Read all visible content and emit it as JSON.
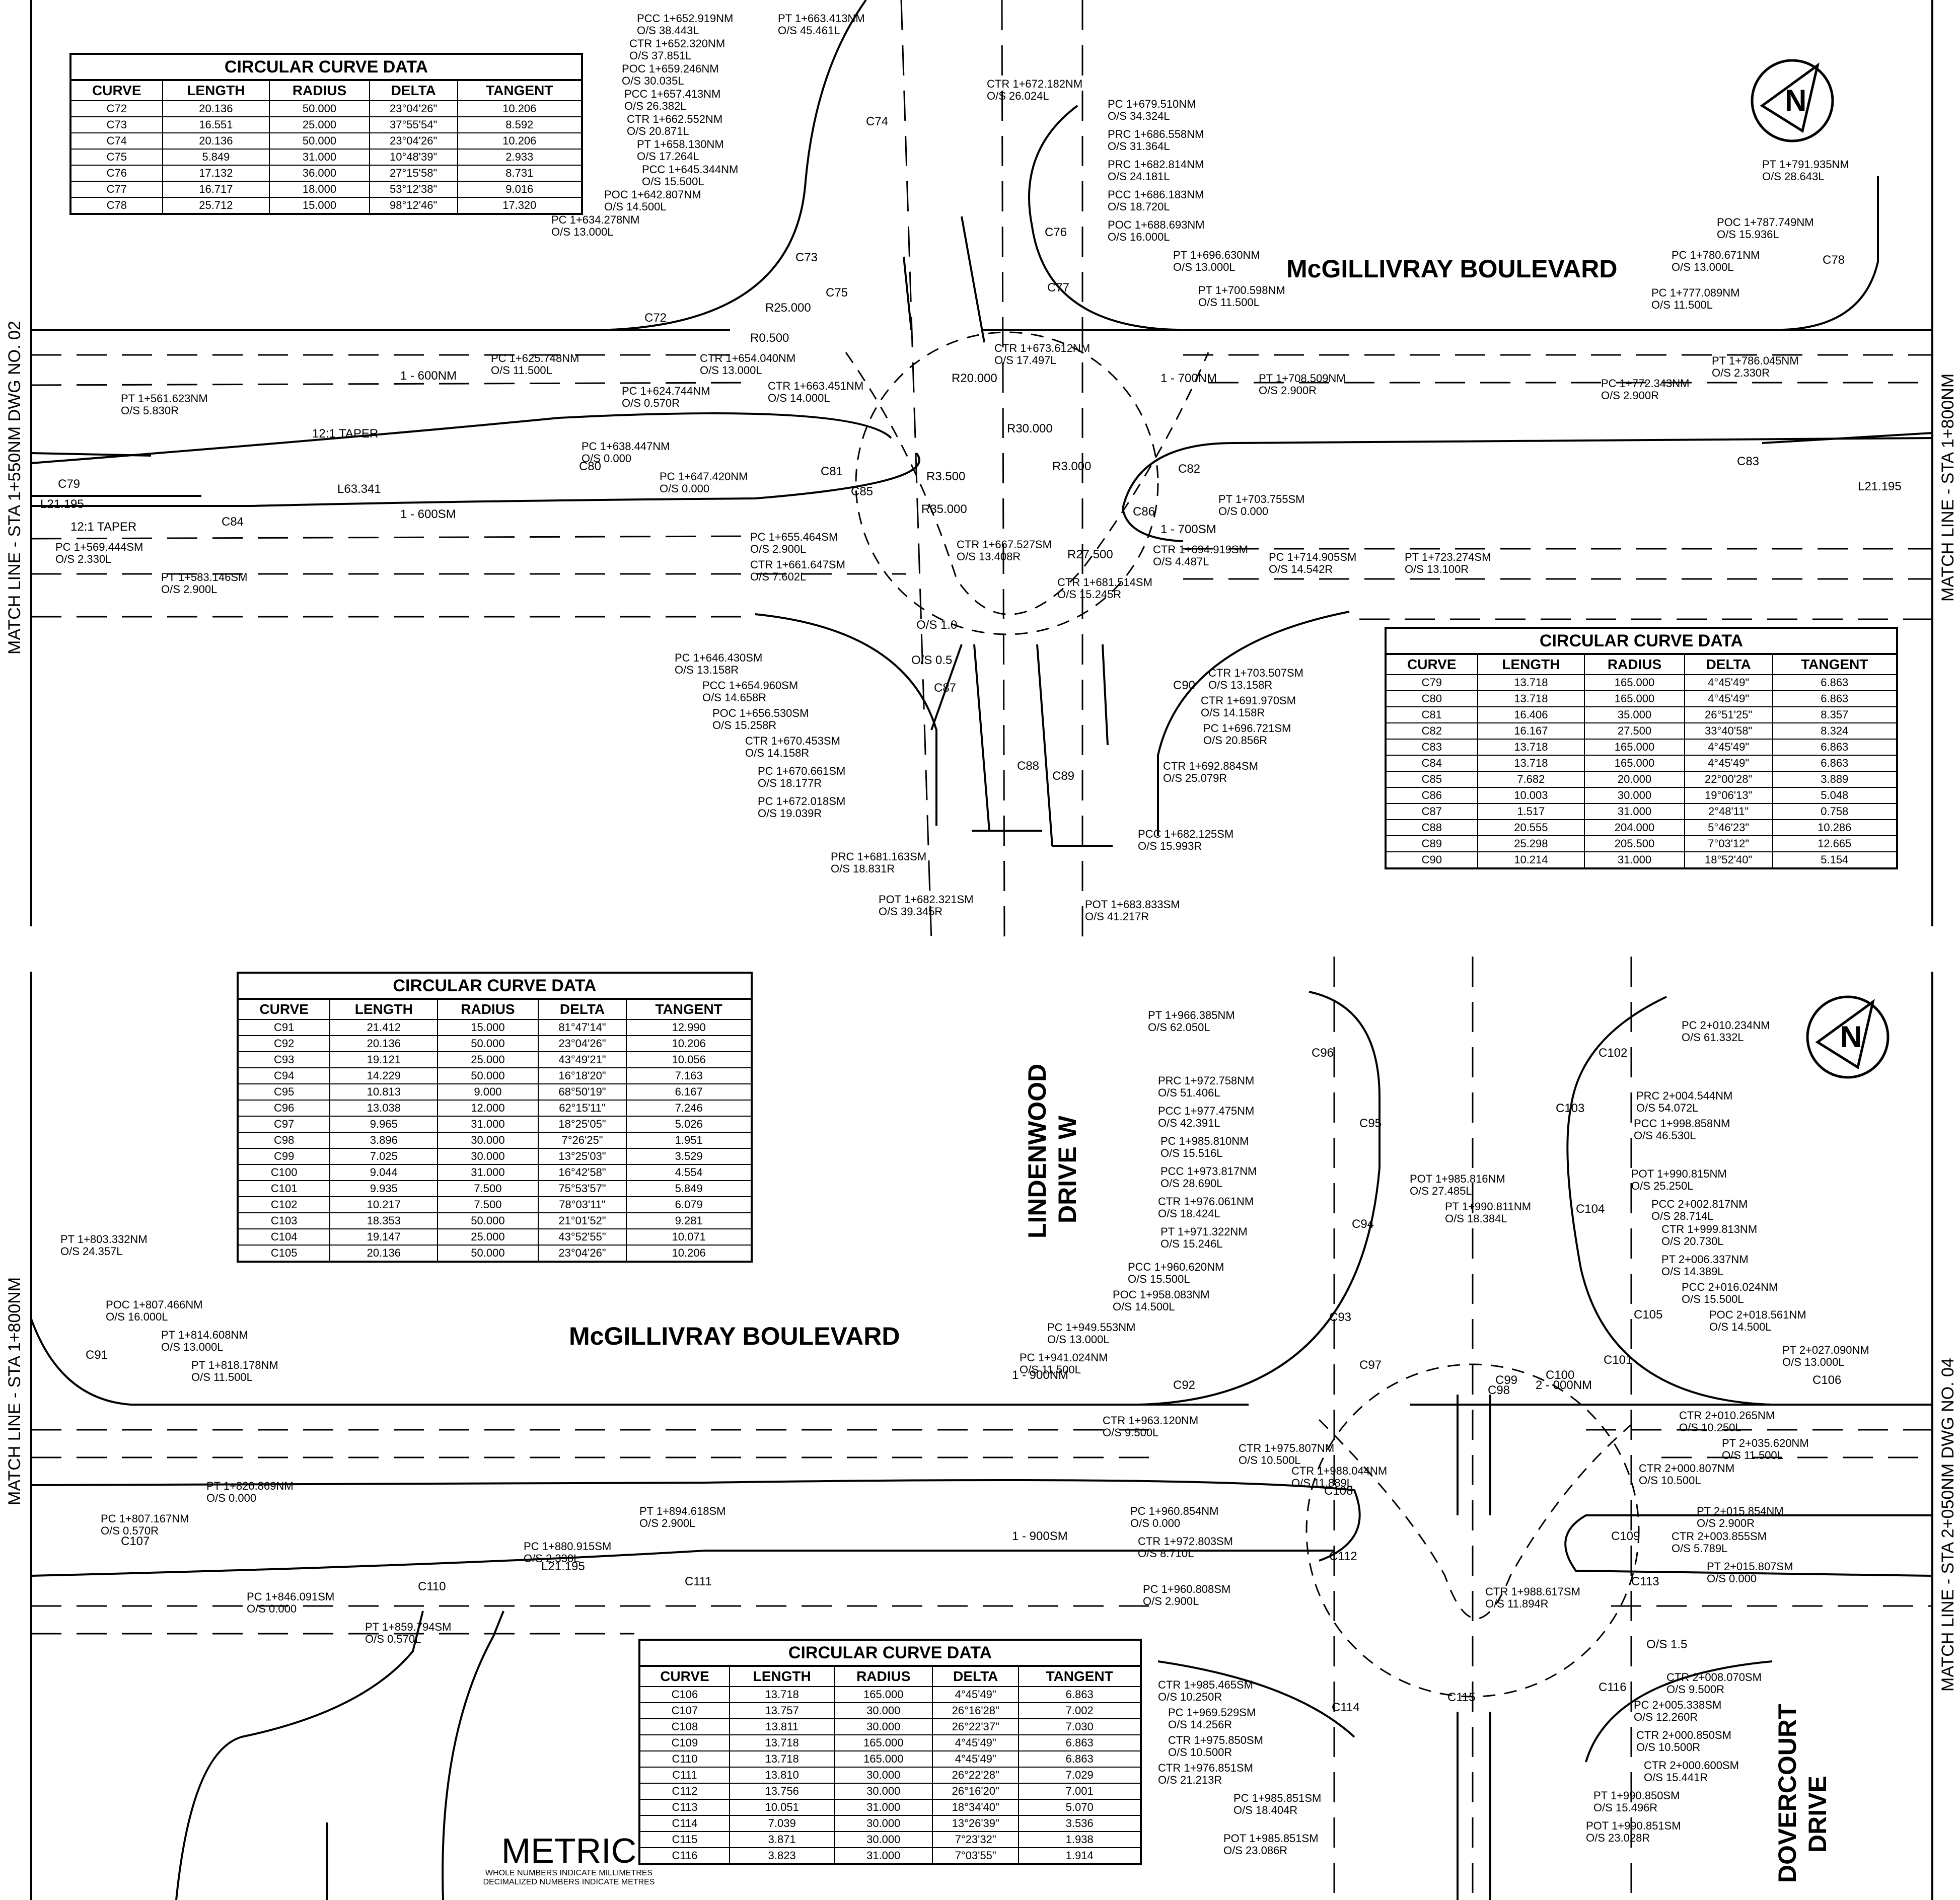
{
  "top_table": {
    "title": "CIRCULAR CURVE DATA",
    "headers": [
      "CURVE",
      "LENGTH",
      "RADIUS",
      "DELTA",
      "TANGENT"
    ],
    "rows": [
      [
        "C72",
        "20.136",
        "50.000",
        "23°04'26\"",
        "10.206"
      ],
      [
        "C73",
        "16.551",
        "25.000",
        "37°55'54\"",
        "8.592"
      ],
      [
        "C74",
        "20.136",
        "50.000",
        "23°04'26\"",
        "10.206"
      ],
      [
        "C75",
        "5.849",
        "31.000",
        "10°48'39\"",
        "2.933"
      ],
      [
        "C76",
        "17.132",
        "36.000",
        "27°15'58\"",
        "8.731"
      ],
      [
        "C77",
        "16.717",
        "18.000",
        "53°12'38\"",
        "9.016"
      ],
      [
        "C78",
        "25.712",
        "15.000",
        "98°12'46\"",
        "17.320"
      ]
    ]
  },
  "right_table": {
    "title": "CIRCULAR CURVE DATA",
    "headers": [
      "CURVE",
      "LENGTH",
      "RADIUS",
      "DELTA",
      "TANGENT"
    ],
    "rows": [
      [
        "C79",
        "13.718",
        "165.000",
        "4°45'49\"",
        "6.863"
      ],
      [
        "C80",
        "13.718",
        "165.000",
        "4°45'49\"",
        "6.863"
      ],
      [
        "C81",
        "16.406",
        "35.000",
        "26°51'25\"",
        "8.357"
      ],
      [
        "C82",
        "16.167",
        "27.500",
        "33°40'58\"",
        "8.324"
      ],
      [
        "C83",
        "13.718",
        "165.000",
        "4°45'49\"",
        "6.863"
      ],
      [
        "C84",
        "13.718",
        "165.000",
        "4°45'49\"",
        "6.863"
      ],
      [
        "C85",
        "7.682",
        "20.000",
        "22°00'28\"",
        "3.889"
      ],
      [
        "C86",
        "10.003",
        "30.000",
        "19°06'13\"",
        "5.048"
      ],
      [
        "C87",
        "1.517",
        "31.000",
        "2°48'11\"",
        "0.758"
      ],
      [
        "C88",
        "20.555",
        "204.000",
        "5°46'23\"",
        "10.286"
      ],
      [
        "C89",
        "25.298",
        "205.500",
        "7°03'12\"",
        "12.665"
      ],
      [
        "C90",
        "10.214",
        "31.000",
        "18°52'40\"",
        "5.154"
      ]
    ]
  },
  "mid_table": {
    "title": "CIRCULAR CURVE DATA",
    "headers": [
      "CURVE",
      "LENGTH",
      "RADIUS",
      "DELTA",
      "TANGENT"
    ],
    "rows": [
      [
        "C91",
        "21.412",
        "15.000",
        "81°47'14\"",
        "12.990"
      ],
      [
        "C92",
        "20.136",
        "50.000",
        "23°04'26\"",
        "10.206"
      ],
      [
        "C93",
        "19.121",
        "25.000",
        "43°49'21\"",
        "10.056"
      ],
      [
        "C94",
        "14.229",
        "50.000",
        "16°18'20\"",
        "7.163"
      ],
      [
        "C95",
        "10.813",
        "9.000",
        "68°50'19\"",
        "6.167"
      ],
      [
        "C96",
        "13.038",
        "12.000",
        "62°15'11\"",
        "7.246"
      ],
      [
        "C97",
        "9.965",
        "31.000",
        "18°25'05\"",
        "5.026"
      ],
      [
        "C98",
        "3.896",
        "30.000",
        "7°26'25\"",
        "1.951"
      ],
      [
        "C99",
        "7.025",
        "30.000",
        "13°25'03\"",
        "3.529"
      ],
      [
        "C100",
        "9.044",
        "31.000",
        "16°42'58\"",
        "4.554"
      ],
      [
        "C101",
        "9.935",
        "7.500",
        "75°53'57\"",
        "5.849"
      ],
      [
        "C102",
        "10.217",
        "7.500",
        "78°03'11\"",
        "6.079"
      ],
      [
        "C103",
        "18.353",
        "50.000",
        "21°01'52\"",
        "9.281"
      ],
      [
        "C104",
        "19.147",
        "25.000",
        "43°52'55\"",
        "10.071"
      ],
      [
        "C105",
        "20.136",
        "50.000",
        "23°04'26\"",
        "10.206"
      ]
    ]
  },
  "bottom_table": {
    "title": "CIRCULAR CURVE DATA",
    "headers": [
      "CURVE",
      "LENGTH",
      "RADIUS",
      "DELTA",
      "TANGENT"
    ],
    "rows": [
      [
        "C106",
        "13.718",
        "165.000",
        "4°45'49\"",
        "6.863"
      ],
      [
        "C107",
        "13.757",
        "30.000",
        "26°16'28\"",
        "7.002"
      ],
      [
        "C108",
        "13.811",
        "30.000",
        "26°22'37\"",
        "7.030"
      ],
      [
        "C109",
        "13.718",
        "165.000",
        "4°45'49\"",
        "6.863"
      ],
      [
        "C110",
        "13.718",
        "165.000",
        "4°45'49\"",
        "6.863"
      ],
      [
        "C111",
        "13.810",
        "30.000",
        "26°22'28\"",
        "7.029"
      ],
      [
        "C112",
        "13.756",
        "30.000",
        "26°16'20\"",
        "7.001"
      ],
      [
        "C113",
        "10.051",
        "31.000",
        "18°34'40\"",
        "5.070"
      ],
      [
        "C114",
        "7.039",
        "30.000",
        "13°26'39\"",
        "3.536"
      ],
      [
        "C115",
        "3.871",
        "30.000",
        "7°23'32\"",
        "1.938"
      ],
      [
        "C116",
        "3.823",
        "31.000",
        "7°03'55\"",
        "1.914"
      ]
    ]
  },
  "streets": {
    "mcgillivray_top": "McGILLIVRAY BOULEVARD",
    "mcgillivray_bottom": "McGILLIVRAY BOULEVARD",
    "lindenwood_1": "LINDENWOOD",
    "lindenwood_2": "DRIVE W",
    "dovercourt_1": "DOVERCOURT",
    "dovercourt_2": "DRIVE"
  },
  "match_lines": {
    "left_top": "MATCH LINE - STA 1+550NM DWG NO. 02",
    "right_top": "MATCH LINE - STA 1+800NM",
    "left_bottom": "MATCH LINE - STA 1+800NM",
    "right_bottom": "MATCH LINE - STA 2+050NM DWG NO. 04"
  },
  "metric": {
    "title": "METRIC",
    "line1": "WHOLE NUMBERS INDICATE MILLIMETRES",
    "line2": "DECIMALIZED NUMBERS INDICATE METRES"
  },
  "north_label": "N",
  "labels_top": [
    "PCC 1+652.919NM\nO/S 38.443L",
    "PT 1+663.413NM\nO/S 45.461L",
    "CTR 1+652.320NM\nO/S 37.851L",
    "POC 1+659.246NM\nO/S 30.035L",
    "PCC 1+657.413NM\nO/S 26.382L",
    "CTR 1+662.552NM\nO/S 20.871L",
    "PT 1+658.130NM\nO/S 17.264L",
    "PCC 1+645.344NM\nO/S 15.500L",
    "POC 1+642.807NM\nO/S 14.500L",
    "PC 1+634.278NM\nO/S 13.000L",
    "CTR 1+672.182NM\nO/S 26.024L",
    "PC 1+679.510NM\nO/S 34.324L",
    "PRC 1+686.558NM\nO/S 31.364L",
    "PRC 1+682.814NM\nO/S 24.181L",
    "PCC 1+686.183NM\nO/S 18.720L",
    "POC 1+688.693NM\nO/S 16.000L",
    "PT 1+696.630NM\nO/S 13.000L",
    "PT 1+700.598NM\nO/S 11.500L",
    "PT 1+791.935NM\nO/S 28.643L",
    "POC 1+787.749NM\nO/S 15.936L",
    "PC 1+780.671NM\nO/S 13.000L",
    "PC 1+777.089NM\nO/S 11.500L",
    "PC 1+625.748NM\nO/S 11.500L",
    "CTR 1+654.040NM\nO/S 13.000L",
    "CTR 1+663.451NM\nO/S 14.000L",
    "CTR 1+673.612NM\nO/S 17.497L",
    "PT 1+561.623NM\nO/S 5.830R",
    "PC 1+624.744NM\nO/S 0.570R",
    "PC 1+638.447NM\nO/S 0.000",
    "PC 1+647.420NM\nO/S 0.000",
    "PT 1+708.509NM\nO/S 2.900R",
    "PC 1+772.343NM\nO/S 2.900R",
    "PT 1+786.045NM\nO/S 2.330R",
    "PT 1+703.755SM\nO/S 0.000",
    "PC 1+569.444SM\nO/S 2.330L",
    "PT 1+583.146SM\nO/S 2.900L",
    "PC 1+655.464SM\nO/S 2.900L",
    "CTR 1+661.647SM\nO/S 7.602L",
    "CTR 1+667.527SM\nO/S 13.408R",
    "CTR 1+694.919SM\nO/S 4.487L",
    "PC 1+714.905SM\nO/S 14.542R",
    "PT 1+723.274SM\nO/S 13.100R",
    "CTR 1+681.514SM\nO/S 15.245R",
    "PC 1+646.430SM\nO/S 13.158R",
    "PCC 1+654.960SM\nO/S 14.658R",
    "POC 1+656.530SM\nO/S 15.258R",
    "CTR 1+670.453SM\nO/S 14.158R",
    "PC 1+670.661SM\nO/S 18.177R",
    "PC 1+672.018SM\nO/S 19.039R",
    "PRC 1+681.163SM\nO/S 18.831R",
    "POT 1+682.321SM\nO/S 39.345R",
    "POT 1+683.833SM\nO/S 41.217R",
    "PCC 1+682.125SM\nO/S 15.993R",
    "CTR 1+703.507SM\nO/S 13.158R",
    "CTR 1+691.970SM\nO/S 14.158R",
    "PC 1+696.721SM\nO/S 20.856R",
    "CTR 1+692.884SM\nO/S 25.079R"
  ],
  "labels_bottom": [
    "PT 1+966.385NM\nO/S 62.050L",
    "PC 2+010.234NM\nO/S 61.332L",
    "PRC 1+972.758NM\nO/S 51.406L",
    "PCC 1+977.475NM\nO/S 42.391L",
    "PC 1+985.810NM\nO/S 15.516L",
    "PCC 1+973.817NM\nO/S 28.690L",
    "CTR 1+976.061NM\nO/S 18.424L",
    "PT 1+971.322NM\nO/S 15.246L",
    "PCC 1+960.620NM\nO/S 15.500L",
    "POC 1+958.083NM\nO/S 14.500L",
    "PC 1+949.553NM\nO/S 13.000L",
    "PC 1+941.024NM\nO/S 11.500L",
    "POT 1+985.816NM\nO/S 27.485L",
    "PT 1+990.811NM\nO/S 18.384L",
    "PRC 2+004.544NM\nO/S 54.072L",
    "PCC 1+998.858NM\nO/S 46.530L",
    "POT 1+990.815NM\nO/S 25.250L",
    "PCC 2+002.817NM\nO/S 28.714L",
    "CTR 1+999.813NM\nO/S 20.730L",
    "PT 2+006.337NM\nO/S 14.389L",
    "PCC 2+016.024NM\nO/S 15.500L",
    "POC 2+018.561NM\nO/S 14.500L",
    "PT 2+027.090NM\nO/S 13.000L",
    "CTR 2+010.265NM\nO/S 10.250L",
    "PT 2+035.620NM\nO/S 11.500L",
    "CTR 1+963.120NM\nO/S 9.500L",
    "CTR 1+975.807NM\nO/S 10.500L",
    "CTR 1+988.044NM\nO/S 11.889L",
    "CTR 2+000.807NM\nO/S 10.500L",
    "PT 1+803.332NM\nO/S 24.357L",
    "POC 1+807.466NM\nO/S 16.000L",
    "PT 1+814.608NM\nO/S 13.000L",
    "PT 1+818.178NM\nO/S 11.500L",
    "PT 1+820.869NM\nO/S 0.000",
    "PC 1+807.167NM\nO/S 0.570R",
    "PT 1+894.618SM\nO/S 2.900L",
    "PC 1+880.915SM\nO/S 2.330L",
    "PC 1+846.091SM\nO/S 0.000",
    "PT 1+859.794SM\nO/S 0.570L",
    "PC 1+960.854NM\nO/S 0.000",
    "CTR 1+972.803SM\nO/S 8.710L",
    "PC 1+960.808SM\nO/S 2.900L",
    "PT 2+015.854NM\nO/S 2.900R",
    "CTR 2+003.855SM\nO/S 5.789L",
    "PT 2+015.807SM\nO/S 0.000",
    "CTR 1+988.617SM\nO/S 11.894R",
    "CTR 1+985.465SM\nO/S 10.250R",
    "PC 1+969.529SM\nO/S 14.256R",
    "CTR 1+975.850SM\nO/S 10.500R",
    "CTR 1+976.851SM\nO/S 21.213R",
    "PC 1+985.851SM\nO/S 18.404R",
    "POT 1+985.851SM\nO/S 23.086R",
    "CTR 2+008.070SM\nO/S 9.500R",
    "PC 2+005.338SM\nO/S 12.260R",
    "CTR 2+000.850SM\nO/S 10.500R",
    "CTR 2+000.600SM\nO/S 15.441R",
    "PT 1+990.850SM\nO/S 15.496R",
    "POT 1+990.851SM\nO/S 23.028R"
  ],
  "markers": [
    "12:1 TAPER",
    "12:1 TAPER",
    "L63.341",
    "L21.195",
    "L21.195",
    "L21.195",
    "1 - 600NM",
    "1 - 600SM",
    "1 - 700NM",
    "1 - 700SM",
    "1 - 900NM",
    "1 - 900SM",
    "2 - 000NM",
    "R25.000",
    "R0.500",
    "R3.500",
    "R3.000",
    "R35.000",
    "R27.500",
    "R20.000",
    "R30.000",
    "O/S 0.5",
    "O/S 1.0",
    "O/S 1.5"
  ],
  "curve_tags": [
    "C72",
    "C73",
    "C74",
    "C75",
    "C76",
    "C77",
    "C78",
    "C79",
    "C80",
    "C81",
    "C82",
    "C83",
    "C84",
    "C85",
    "C86",
    "C87",
    "C88",
    "C89",
    "C90",
    "C91",
    "C92",
    "C93",
    "C94",
    "C95",
    "C96",
    "C97",
    "C98",
    "C99",
    "C100",
    "C101",
    "C102",
    "C103",
    "C104",
    "C105",
    "C106",
    "C107",
    "C108",
    "C109",
    "C110",
    "C111",
    "C112",
    "C113",
    "C114",
    "C115",
    "C116"
  ]
}
